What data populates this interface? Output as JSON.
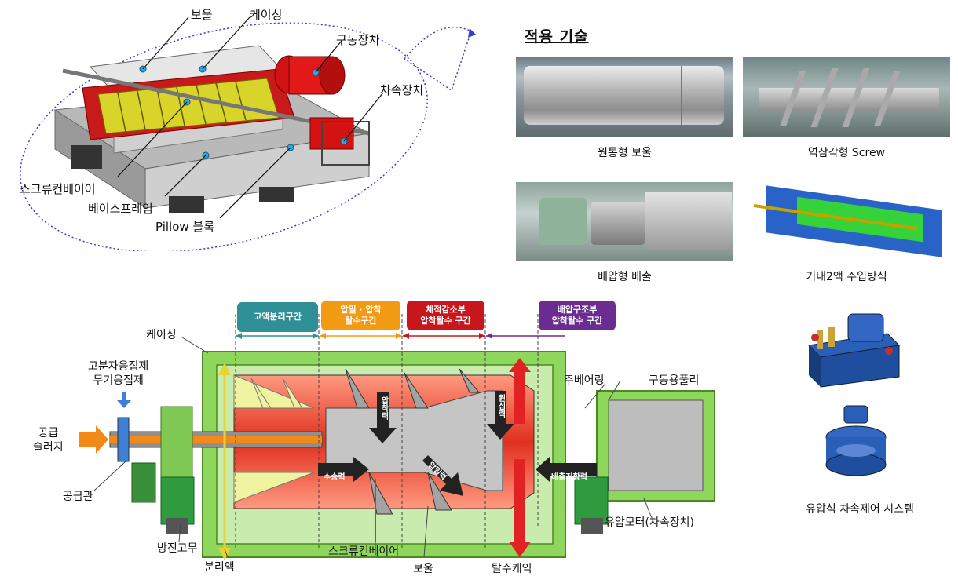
{
  "top_labels": {
    "bowl": "보울",
    "casing": "케이싱",
    "drive": "구동장치",
    "reducer": "차속장치",
    "screw_conveyor": "스크류컨베이어",
    "base_frame": "베이스프레임",
    "pillow_block": "Pillow 블록"
  },
  "tech": {
    "heading": "적용 기술",
    "items": [
      {
        "caption": "원통형 보울"
      },
      {
        "caption": "역삼각형 Screw"
      },
      {
        "caption": "배압형 배출"
      },
      {
        "caption": "기내2액 주입방식"
      }
    ]
  },
  "zones": [
    {
      "label": "고액분리구간",
      "color": "#2f8f96"
    },
    {
      "label": "압밀 · 압착\n탈수구간",
      "color": "#f39a14"
    },
    {
      "label": "체적감소부\n압착탈수 구간",
      "color": "#c8161d"
    },
    {
      "label": "배압구조부\n압착탈수 구간",
      "color": "#6a2c91"
    }
  ],
  "bottom_labels": {
    "casing": "케이싱",
    "coagulant": "고분자응집제\n무기응집제",
    "supply_sludge": "공급\n슬러지",
    "supply_pipe": "공급관",
    "anti_vibration": "방진고무",
    "separated_liquid": "분리액",
    "screw_conveyor": "스크류컨베이어",
    "bowl": "보울",
    "dewatered_cake": "탈수케익",
    "main_bearing": "주베어링",
    "drive_pulley": "구동용풀리",
    "hydraulic_motor": "유압모터(차속장치)"
  },
  "force_labels": {
    "compression": "압착력",
    "centrifugal": "원심력",
    "transport": "수송력",
    "pressing": "압밀력",
    "discharge_resistance": "배출저항력"
  },
  "system": {
    "caption": "유압식 차속제어 시스템"
  }
}
